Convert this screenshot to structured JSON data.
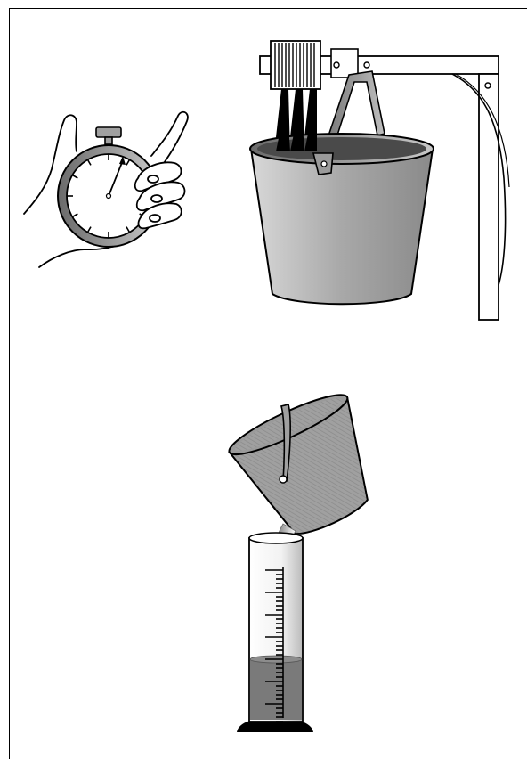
{
  "figure": {
    "panels": [
      {
        "id": "stopwatch",
        "icon": "stopwatch-in-hand-icon"
      },
      {
        "id": "bucket-under-nozzles",
        "icon": "bucket-on-stand-icon"
      },
      {
        "id": "pouring-into-cylinder",
        "icon": "graduated-cylinder-icon"
      }
    ],
    "colors": {
      "line": "#000000",
      "bucket_gray": "#9a9a9a",
      "water": "#7a7a7a",
      "background": "#ffffff"
    }
  }
}
